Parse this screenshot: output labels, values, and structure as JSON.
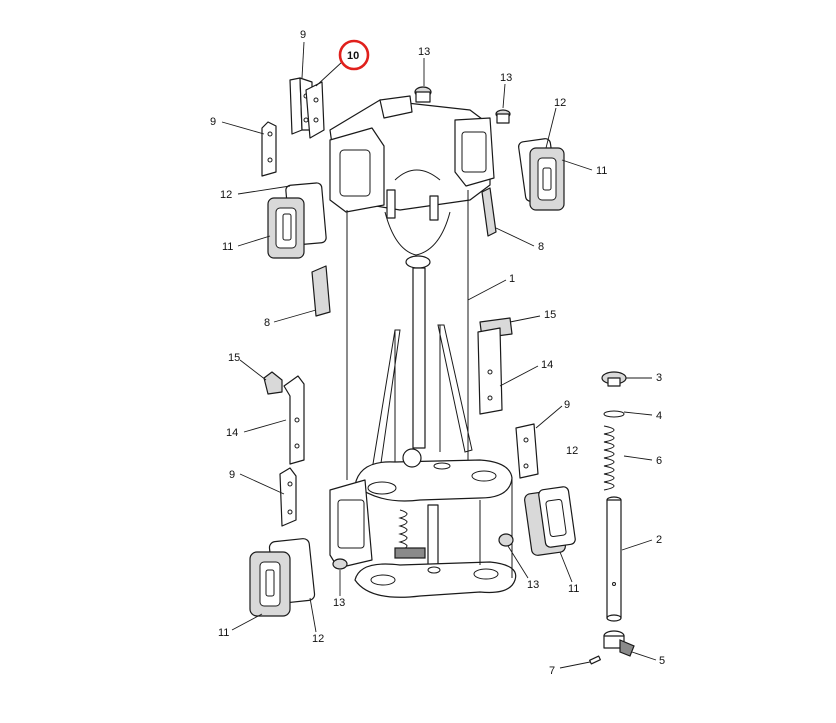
{
  "diagram": {
    "callouts": [
      {
        "id": "c9a",
        "text": "9"
      },
      {
        "id": "c10",
        "text": "10",
        "highlight": true
      },
      {
        "id": "c13a",
        "text": "13"
      },
      {
        "id": "c13b",
        "text": "13"
      },
      {
        "id": "c12a",
        "text": "12"
      },
      {
        "id": "c9b",
        "text": "9"
      },
      {
        "id": "c11a",
        "text": "11"
      },
      {
        "id": "c12b",
        "text": "12"
      },
      {
        "id": "c11b",
        "text": "11"
      },
      {
        "id": "c8a",
        "text": "8"
      },
      {
        "id": "c1",
        "text": "1"
      },
      {
        "id": "c8b",
        "text": "8"
      },
      {
        "id": "c15a",
        "text": "15"
      },
      {
        "id": "c15b",
        "text": "15"
      },
      {
        "id": "c14a",
        "text": "14"
      },
      {
        "id": "c3",
        "text": "3"
      },
      {
        "id": "c4",
        "text": "4"
      },
      {
        "id": "c9c",
        "text": "9"
      },
      {
        "id": "c14b",
        "text": "14"
      },
      {
        "id": "c12c",
        "text": "12"
      },
      {
        "id": "c6",
        "text": "6"
      },
      {
        "id": "c9d",
        "text": "9"
      },
      {
        "id": "c2",
        "text": "2"
      },
      {
        "id": "c13c",
        "text": "13"
      },
      {
        "id": "c11c",
        "text": "11"
      },
      {
        "id": "c13d",
        "text": "13"
      },
      {
        "id": "c11d",
        "text": "11"
      },
      {
        "id": "c12d",
        "text": "12"
      },
      {
        "id": "c7",
        "text": "7"
      },
      {
        "id": "c5",
        "text": "5"
      }
    ],
    "colors": {
      "highlight_ring": "#e0201c",
      "line": "#1a1a1a",
      "shade": "#d9d9d9"
    }
  }
}
